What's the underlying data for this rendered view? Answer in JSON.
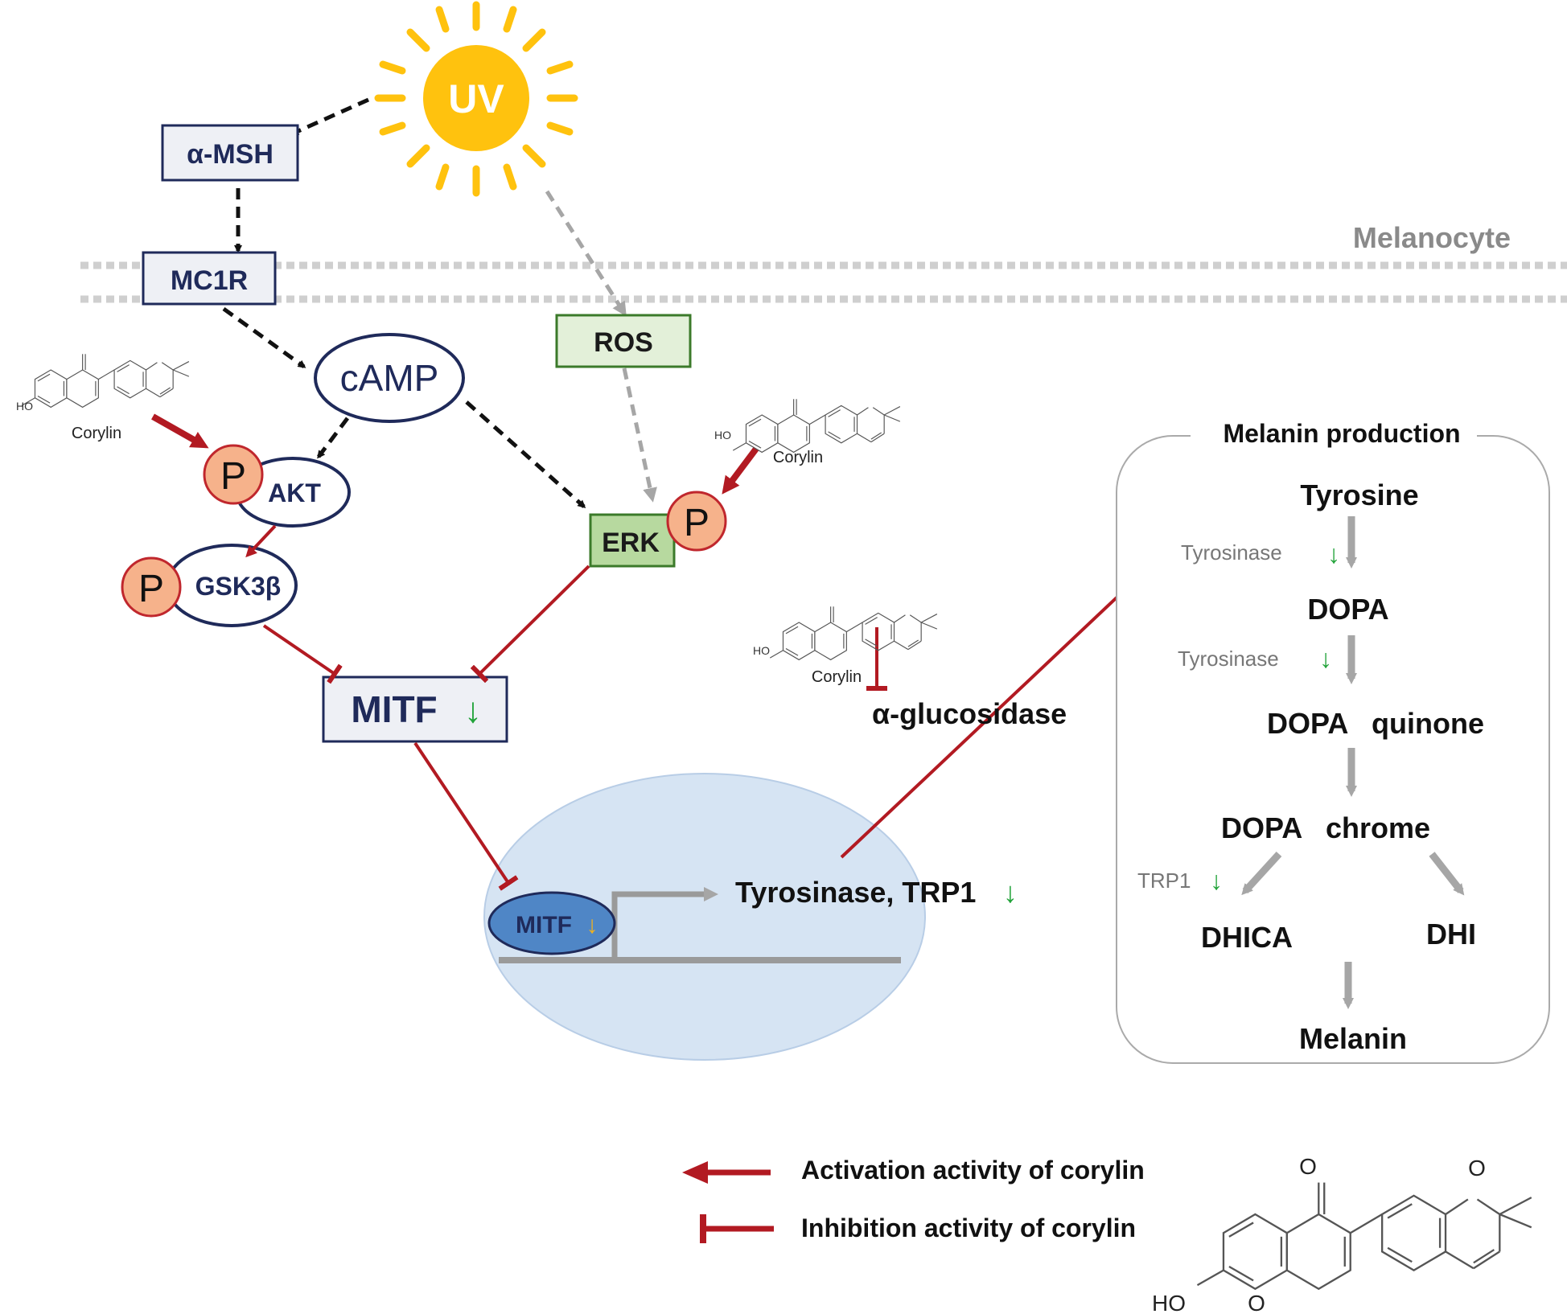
{
  "uv": {
    "label": "UV",
    "color": "#ffc20e"
  },
  "region_label": "Melanocyte",
  "nodes": {
    "amsh": "α-MSH",
    "mc1r": "MC1R",
    "camp": "cAMP",
    "akt": "AKT",
    "gsk3b": "GSK3β",
    "ros": "ROS",
    "erk": "ERK",
    "mitf": "MITF",
    "mitf_nuclear": "MITF",
    "target_genes": "Tyrosinase, TRP1",
    "aglucosidase": "α-glucosidase",
    "phospho": "P"
  },
  "down_arrow": "↓",
  "molecule": {
    "name": "Corylin",
    "ho": "HO",
    "o": "O"
  },
  "melanin_production": {
    "title": "Melanin production",
    "steps": [
      "Tyrosine",
      "DOPA",
      "DOPA   quinone",
      "DOPA   chrome",
      "DHICA",
      "DHI",
      "Melanin"
    ],
    "enzymes": [
      "Tyrosinase",
      "Tyrosinase",
      "TRP1"
    ]
  },
  "legend": {
    "activation": "Activation activity of corylin",
    "inhibition": "Inhibition activity of corylin"
  },
  "colors": {
    "navy": "#1f2a5a",
    "dark_red": "#b21a22",
    "green_box": "#e3f0d9",
    "green_border": "#3b7a2a",
    "phospho_fill": "#f6b28b",
    "nucleus": "#d6e4f3",
    "mitf_nuclear_fill": "#4f86c6",
    "down_green": "#22a33a",
    "down_yellow": "#f2b21c",
    "grey_arrow": "#a0a0a0"
  }
}
